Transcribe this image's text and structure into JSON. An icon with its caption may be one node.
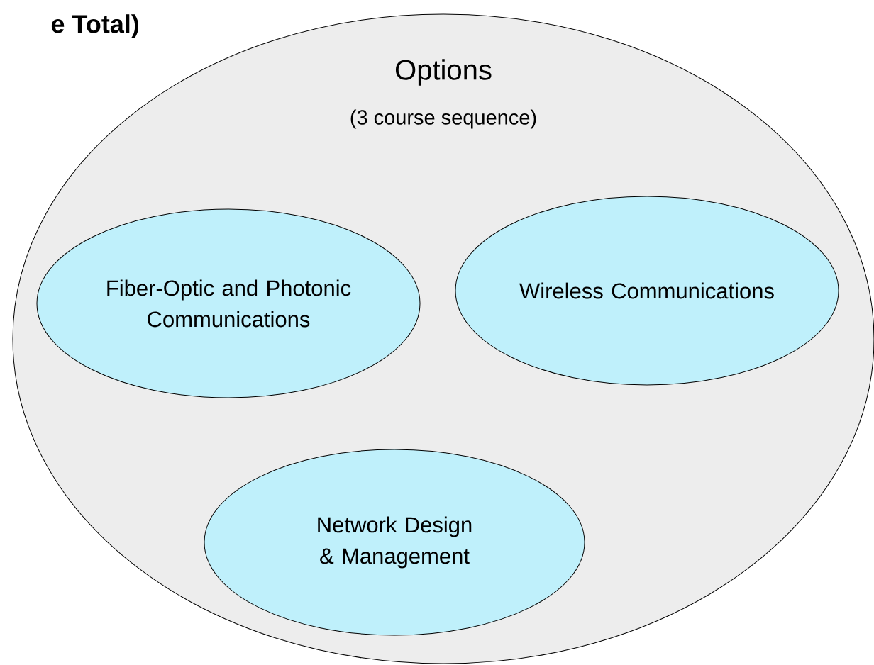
{
  "diagram": {
    "nodes": [
      {
        "text": [
          "Options",
          "(3 course sequence)"
        ]
      },
      {
        "text": [
          "Fiber-Optic and Photonic Communications"
        ],
        "in": 0
      },
      {
        "text": [
          "Wireless Communications"
        ],
        "in": 0
      },
      {
        "text": [
          "Network Design & Management"
        ],
        "in": 0
      }
    ],
    "labels": [
      "e Total)"
    ]
  }
}
